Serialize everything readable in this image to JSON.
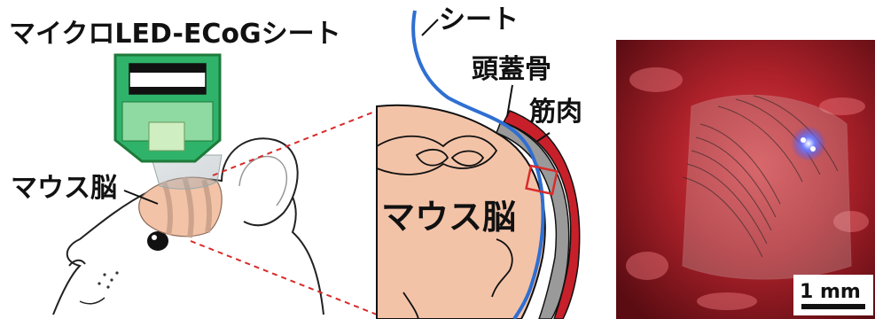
{
  "labels": {
    "device_title": "マイクロLED-ECoGシート",
    "mouse_brain_left": "マウス脳",
    "sheet": "シート",
    "skull": "頭蓋骨",
    "muscle": "筋肉",
    "mouse_brain_section": "マウス脳",
    "scale_bar": "1 mm"
  },
  "colors": {
    "connector_green": "#2fb36a",
    "connector_border": "#1e7a3a",
    "brain_pink": "#f3c3a8",
    "sheet_blue": "#2f6fd1",
    "skull_gray": "#9a9a9a",
    "muscle_red": "#c8202a",
    "callout_red": "#d92b2b",
    "photo_red": "#a11d24",
    "led_blue": "#3a4dff"
  }
}
